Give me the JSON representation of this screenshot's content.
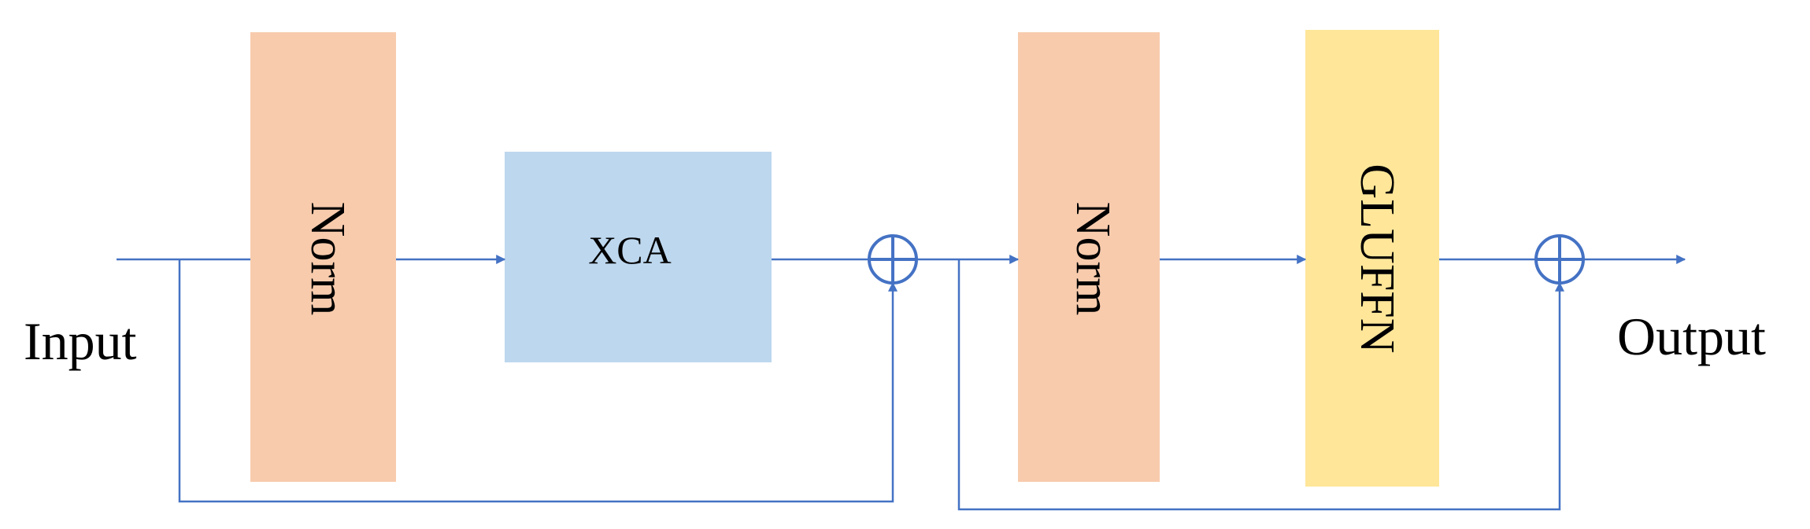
{
  "labels": {
    "input": "Input",
    "output": "Output",
    "norm1": "Norm",
    "xca": "XCA",
    "norm2": "Norm",
    "gluffn": "GLUFFN"
  },
  "colors": {
    "line": "#4472c4",
    "norm_fill": "#f8cbad",
    "xca_fill": "#bdd7ee",
    "gluffn_fill": "#ffe699",
    "text": "#000000"
  }
}
